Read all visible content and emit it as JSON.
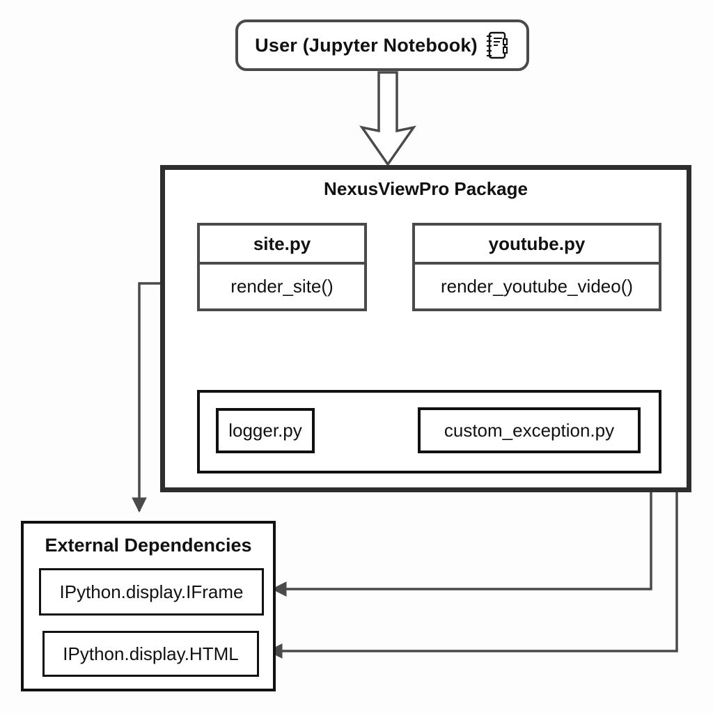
{
  "diagram": {
    "user_box": {
      "label": "User (Jupyter Notebook)"
    },
    "package": {
      "title": "NexusViewPro Package",
      "site_module": {
        "header": "site.py",
        "function": "render_site()"
      },
      "youtube_module": {
        "header": "youtube.py",
        "function": "render_youtube_video()"
      },
      "utils": {
        "logger": "logger.py",
        "exception": "custom_exception.py"
      }
    },
    "external": {
      "title": "External Dependencies",
      "items": [
        {
          "label": "IPython.display.IFrame"
        },
        {
          "label": "IPython.display.HTML"
        }
      ]
    },
    "icons": {
      "notebook": "notebook-icon"
    },
    "colors": {
      "connector_line": "#4a4a4a",
      "package_border": "#2e2e2e",
      "box_border": "#111111",
      "dashed_arrow_fill": "#ececec",
      "background": "#ffffff"
    }
  }
}
